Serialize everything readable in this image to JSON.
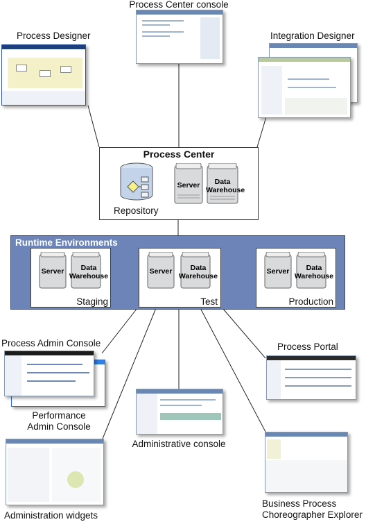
{
  "top": {
    "process_center_console": "Process Center console",
    "process_designer": "Process Designer",
    "integration_designer": "Integration Designer"
  },
  "process_center": {
    "title": "Process Center",
    "repository": "Repository",
    "server": "Server",
    "data_warehouse_line1": "Data",
    "data_warehouse_line2": "Warehouse"
  },
  "runtime": {
    "title": "Runtime Environments",
    "environments": [
      {
        "name": "Staging",
        "server": "Server",
        "dw1": "Data",
        "dw2": "Warehouse"
      },
      {
        "name": "Test",
        "server": "Server",
        "dw1": "Data",
        "dw2": "Warehouse"
      },
      {
        "name": "Production",
        "server": "Server",
        "dw1": "Data",
        "dw2": "Warehouse"
      }
    ],
    "accent": "#6c84b8"
  },
  "bottom": {
    "process_admin_console": "Process Admin Console",
    "performance_line1": "Performance",
    "performance_line2": "Admin Console",
    "administrative_console": "Administrative console",
    "administration_widgets": "Administration widgets",
    "process_portal": "Process Portal",
    "bpc_line1": "Business Process",
    "bpc_line2": "Choreographer Explorer"
  }
}
